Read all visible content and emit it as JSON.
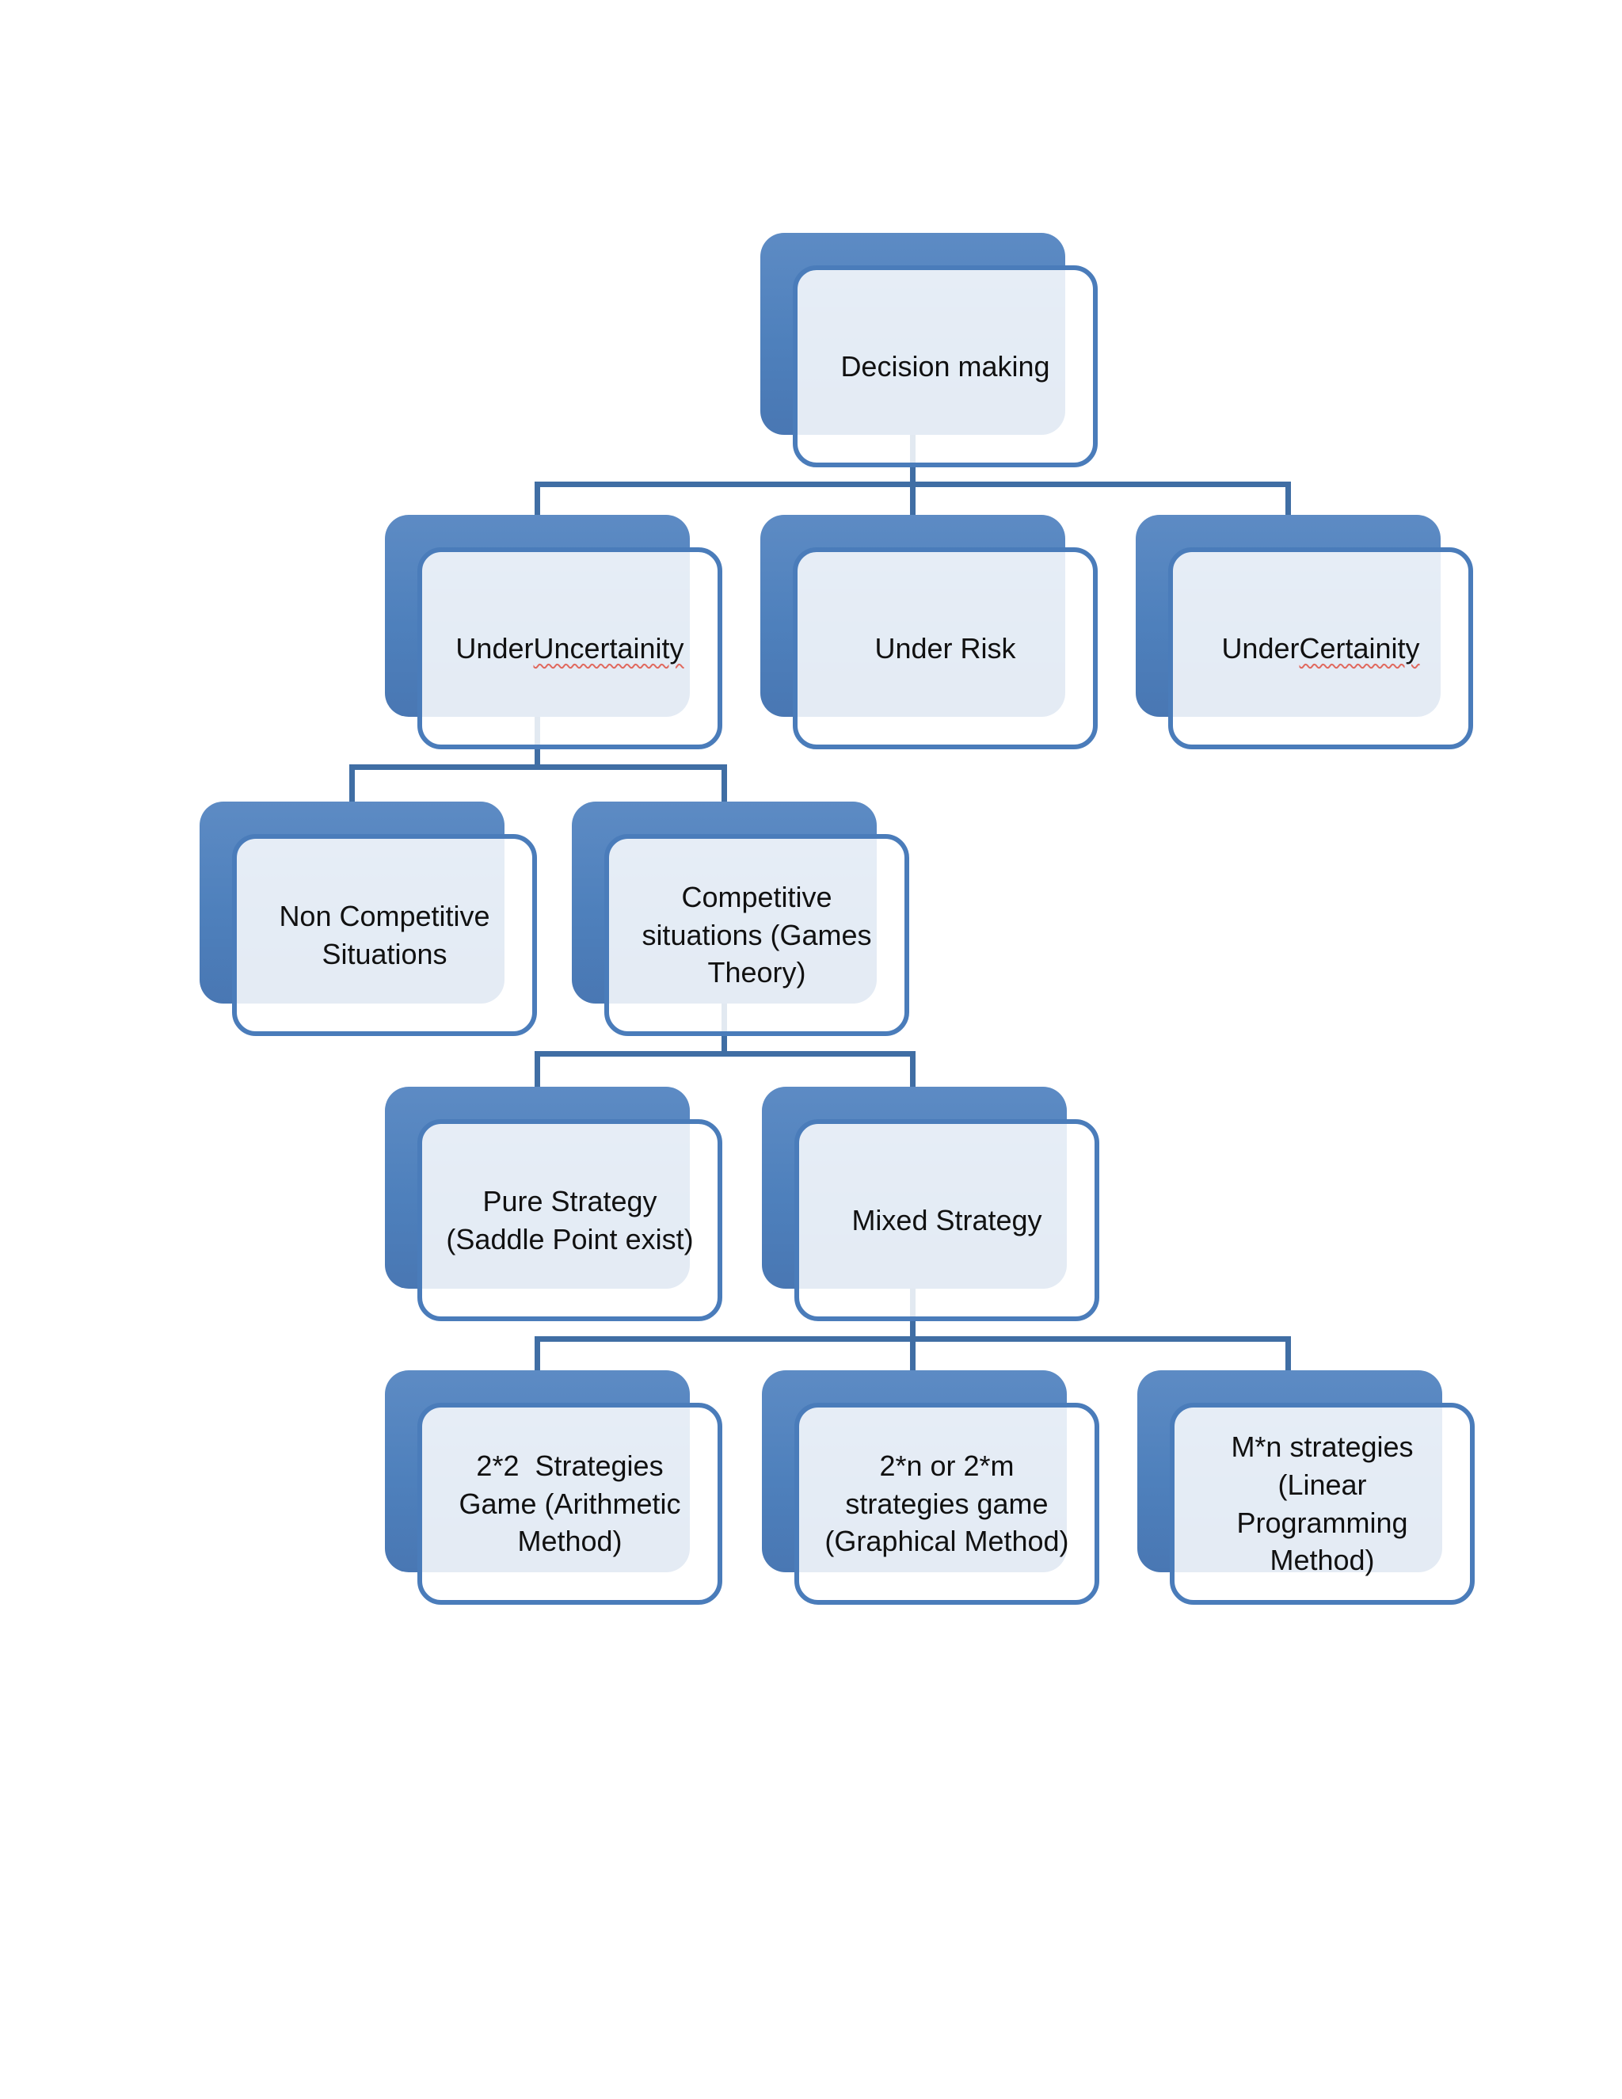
{
  "colors": {
    "card_blue": "#4f81bd",
    "card_blue_dark": "#4a7cba",
    "connector_blue": "#406ea4",
    "card_fill_tint": "rgba(255,255,255,0.85)",
    "squiggle_red": "#e0695e",
    "text_color": "#111111",
    "background": "#ffffff"
  },
  "diagram": {
    "type": "flowchart-tree",
    "nodes": [
      {
        "id": "decision-making",
        "label_lines": [
          "Decision making"
        ]
      },
      {
        "id": "under-uncertainity",
        "label_prefix": "Under ",
        "misspelled_word": "Uncertainity"
      },
      {
        "id": "under-risk",
        "label_lines": [
          "Under Risk"
        ]
      },
      {
        "id": "under-certainity",
        "label_prefix": "Under ",
        "misspelled_word": "Certainity"
      },
      {
        "id": "non-competitive-situations",
        "label_lines": [
          "Non Competitive",
          "Situations"
        ]
      },
      {
        "id": "competitive-situations",
        "label_lines": [
          "Competitive",
          "situations (Games",
          "Theory)"
        ]
      },
      {
        "id": "pure-strategy",
        "label_lines": [
          "Pure Strategy",
          "(Saddle Point exist)"
        ]
      },
      {
        "id": "mixed-strategy",
        "label_lines": [
          "Mixed Strategy"
        ]
      },
      {
        "id": "2x2-strategies-game",
        "label_lines": [
          "2*2  Strategies",
          "Game (Arithmetic",
          "Method)"
        ]
      },
      {
        "id": "2n-or-2m-strategies-game",
        "label_lines": [
          "2*n or 2*m",
          "strategies game",
          "(Graphical Method)"
        ]
      },
      {
        "id": "mxn-strategies",
        "label_lines": [
          "M*n strategies",
          "(Linear",
          "Programming",
          "Method)"
        ]
      }
    ],
    "edges": [
      [
        "decision-making",
        "under-uncertainity"
      ],
      [
        "decision-making",
        "under-risk"
      ],
      [
        "decision-making",
        "under-certainity"
      ],
      [
        "under-uncertainity",
        "non-competitive-situations"
      ],
      [
        "under-uncertainity",
        "competitive-situations"
      ],
      [
        "competitive-situations",
        "pure-strategy"
      ],
      [
        "competitive-situations",
        "mixed-strategy"
      ],
      [
        "mixed-strategy",
        "2x2-strategies-game"
      ],
      [
        "mixed-strategy",
        "2n-or-2m-strategies-game"
      ],
      [
        "mixed-strategy",
        "mxn-strategies"
      ]
    ]
  }
}
